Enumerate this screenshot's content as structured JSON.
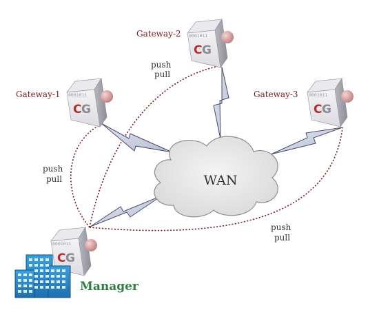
{
  "gateways": [
    {
      "label": "Gateway-1",
      "bits": "0001011",
      "logo_c": "C",
      "logo_g": "G"
    },
    {
      "label": "Gateway-2",
      "bits": "0001011",
      "logo_c": "C",
      "logo_g": "G"
    },
    {
      "label": "Gateway-3",
      "bits": "0001011",
      "logo_c": "C",
      "logo_g": "G"
    }
  ],
  "manager": {
    "label": "Manager",
    "bits": "0001011",
    "logo_c": "C",
    "logo_g": "G"
  },
  "wan": {
    "label": "WAN"
  },
  "links": [
    {
      "push": "push",
      "pull": "pull"
    },
    {
      "push": "push",
      "pull": "pull"
    },
    {
      "push": "push",
      "pull": "pull"
    }
  ],
  "colors": {
    "link": "#7a1518",
    "gateway_text": "#7a1a1a",
    "manager_text": "#2e7d43",
    "logo_c": "#b03030"
  }
}
